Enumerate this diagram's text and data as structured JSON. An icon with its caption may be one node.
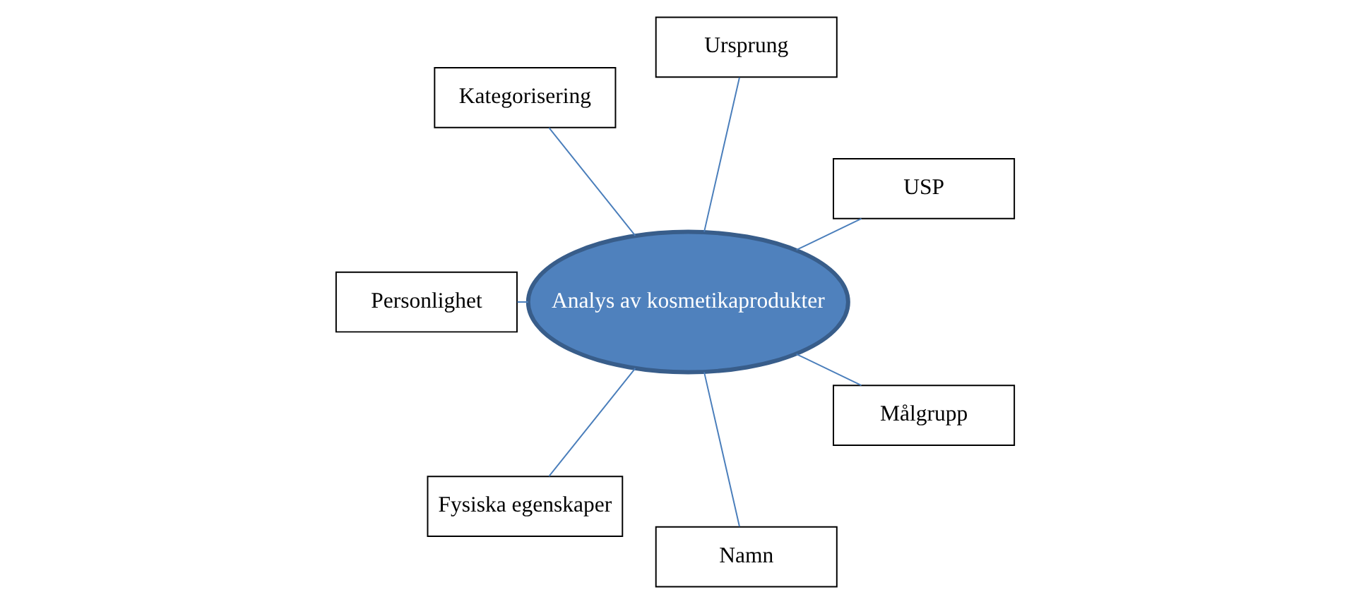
{
  "diagram": {
    "nodes": [
      {
        "text": [
          "Analys av kosmetikaprodukter"
        ]
      },
      {
        "text": [
          "USP"
        ]
      },
      {
        "text": [
          "Ursprung"
        ]
      },
      {
        "text": [
          "Kategorisering"
        ]
      },
      {
        "text": [
          "Personlighet"
        ]
      },
      {
        "text": [
          "Fysiska egenskaper"
        ]
      },
      {
        "text": [
          "Namn"
        ]
      },
      {
        "text": [
          "Målgrupp"
        ]
      }
    ],
    "edges": [
      {
        "from": 0,
        "to": 1,
        "arrow": "none"
      },
      {
        "from": 0,
        "to": 2,
        "arrow": "none"
      },
      {
        "from": 0,
        "to": 3,
        "arrow": "none"
      },
      {
        "from": 0,
        "to": 4,
        "arrow": "none"
      },
      {
        "from": 0,
        "to": 5,
        "arrow": "none"
      },
      {
        "from": 0,
        "to": 6,
        "arrow": "none"
      },
      {
        "from": 0,
        "to": 7,
        "arrow": "none"
      }
    ]
  }
}
